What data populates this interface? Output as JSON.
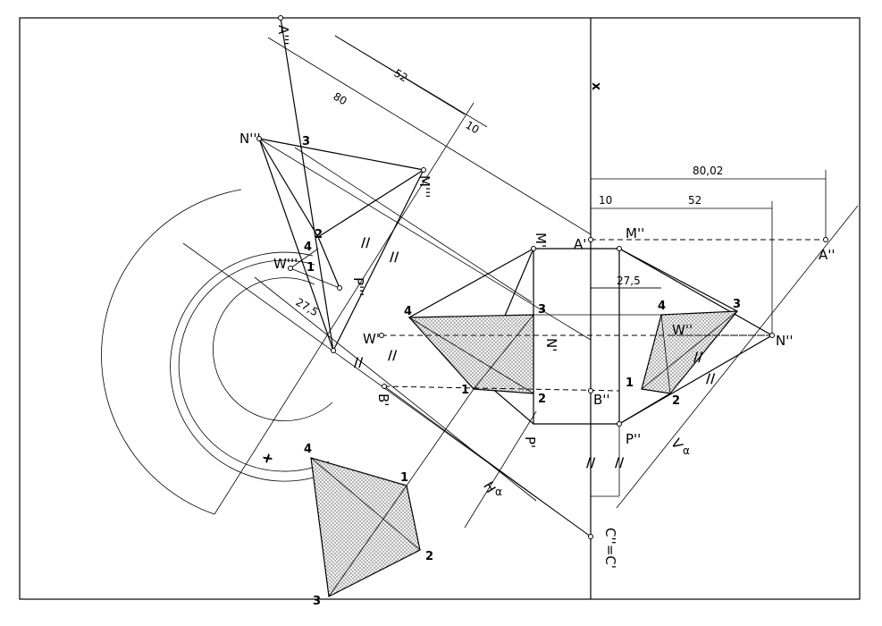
{
  "labels": {
    "axis_x": "x",
    "A1": "A'",
    "A2": "A''",
    "A3": "A'''",
    "M1": "M'",
    "M2": "M''",
    "M3": "M'''",
    "N1": "N'",
    "N2": "N''",
    "N3": "N'''",
    "P1": "P'",
    "P2": "P''",
    "P3": "P'''",
    "B1": "B'",
    "B2": "B''",
    "W1": "W'",
    "W2": "W''",
    "W3": "W'''",
    "C": "C''=C'",
    "H": "H",
    "V": "V",
    "alpha": "α",
    "x13": "x",
    "n1": "1",
    "n2": "2",
    "n3": "3",
    "n4": "4",
    "para": "//"
  },
  "dimensions": {
    "d52": "52",
    "d80": "80",
    "d10": "10",
    "d8002": "80,02",
    "d275": "27,5"
  }
}
